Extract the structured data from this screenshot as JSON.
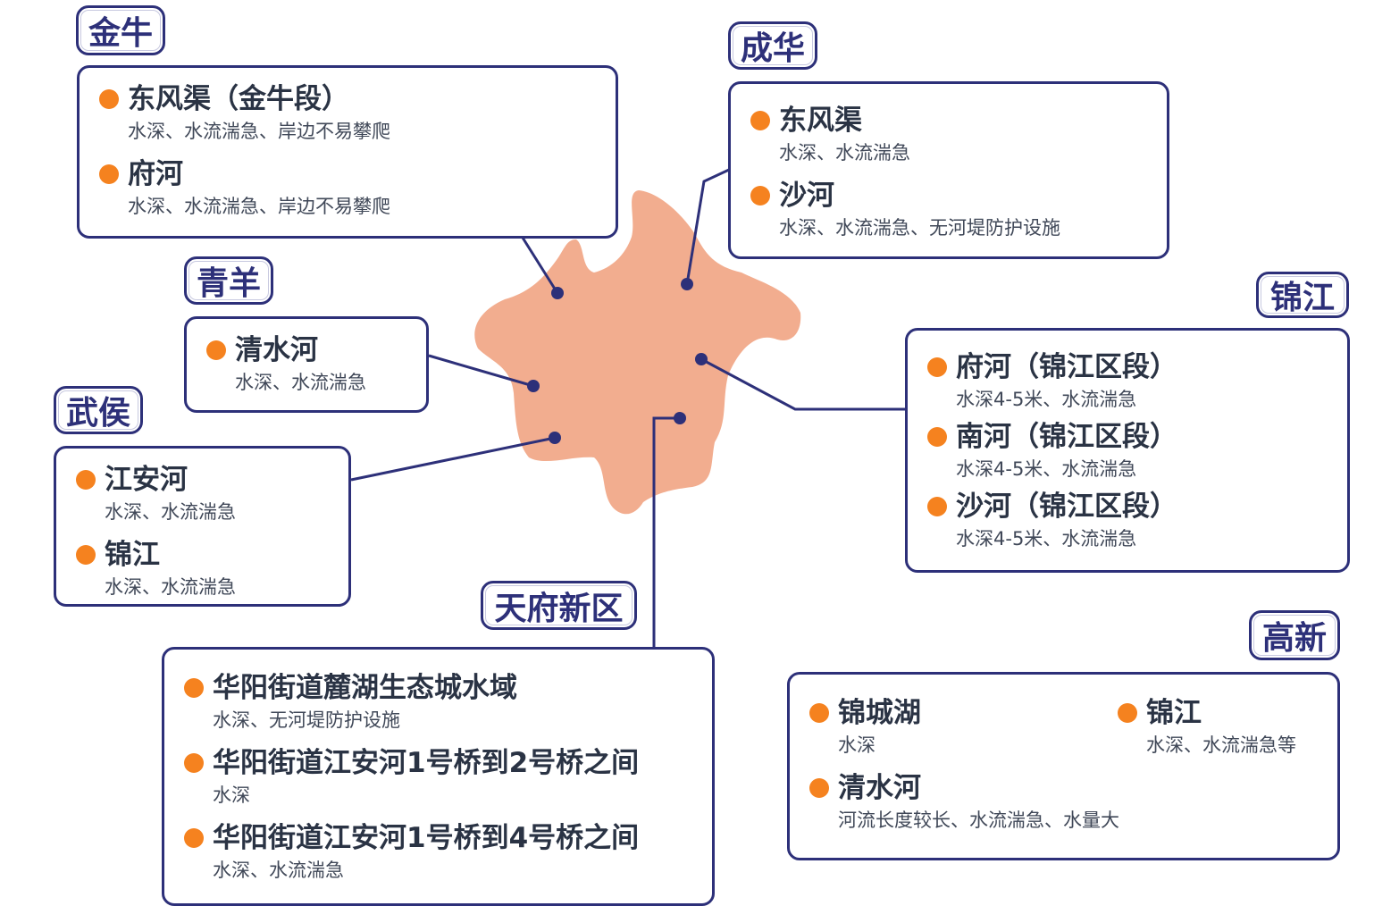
{
  "colors": {
    "accent": "#2d3079",
    "bullet": "#f5821f",
    "region": "#f2ad8f"
  },
  "districts": [
    {
      "name": "金牛",
      "items": [
        {
          "title": "东风渠（金牛段）",
          "desc": "水深、水流湍急、岸边不易攀爬"
        },
        {
          "title": "府河",
          "desc": "水深、水流湍急、岸边不易攀爬"
        }
      ]
    },
    {
      "name": "成华",
      "items": [
        {
          "title": "东风渠",
          "desc": "水深、水流湍急"
        },
        {
          "title": "沙河",
          "desc": "水深、水流湍急、无河堤防护设施"
        }
      ]
    },
    {
      "name": "青羊",
      "items": [
        {
          "title": "清水河",
          "desc": "水深、水流湍急"
        }
      ]
    },
    {
      "name": "武侯",
      "items": [
        {
          "title": "江安河",
          "desc": "水深、水流湍急"
        },
        {
          "title": "锦江",
          "desc": "水深、水流湍急"
        }
      ]
    },
    {
      "name": "锦江",
      "items": [
        {
          "title": "府河（锦江区段）",
          "desc": "水深4-5米、水流湍急"
        },
        {
          "title": "南河（锦江区段）",
          "desc": "水深4-5米、水流湍急"
        },
        {
          "title": "沙河（锦江区段）",
          "desc": "水深4-5米、水流湍急"
        }
      ]
    },
    {
      "name": "天府新区",
      "items": [
        {
          "title": "华阳街道麓湖生态城水域",
          "desc": "水深、无河堤防护设施"
        },
        {
          "title": "华阳街道江安河1号桥到2号桥之间",
          "desc": "水深"
        },
        {
          "title": "华阳街道江安河1号桥到4号桥之间",
          "desc": "水深、水流湍急"
        }
      ]
    },
    {
      "name": "高新",
      "items": [
        {
          "title": "锦城湖",
          "desc": "水深"
        },
        {
          "title": "锦江",
          "desc": "水深、水流湍急等"
        },
        {
          "title": "清水河",
          "desc": "河流长度较长、水流湍急、水量大"
        }
      ]
    }
  ]
}
